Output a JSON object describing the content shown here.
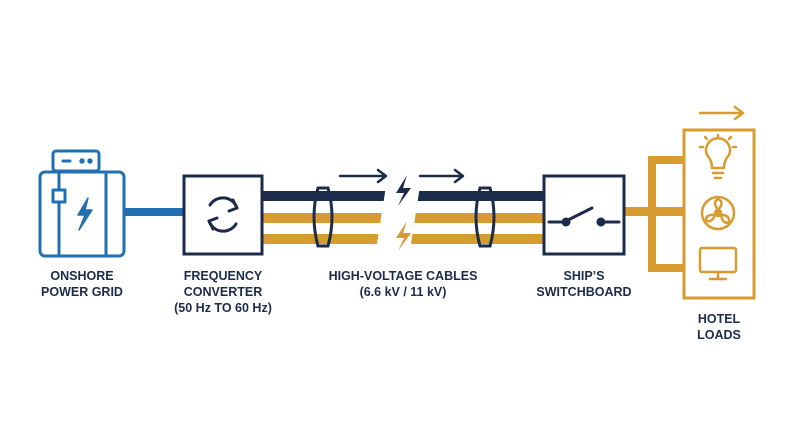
{
  "colors": {
    "navy": "#1c2b4a",
    "blue": "#1f6fb2",
    "gold": "#d89b2f",
    "white": "#ffffff"
  },
  "nodes": {
    "onshore_grid": {
      "label_line1": "ONSHORE",
      "label_line2": "POWER GRID",
      "icon": "power-cabinet-icon"
    },
    "frequency_converter": {
      "label_line1": "FREQUENCY",
      "label_line2": "CONVERTER",
      "label_line3": "(50 Hz TO 60 Hz)",
      "icon": "refresh-arrows-icon"
    },
    "cables": {
      "label_line1": "HIGH-VOLTAGE CABLES",
      "label_line2": "(6.6 kV / 11 kV)",
      "icon": "lightning-icon"
    },
    "switchboard": {
      "label_line1": "SHIP’S",
      "label_line2": "SWITCHBOARD",
      "icon": "switch-icon"
    },
    "hotel_loads": {
      "label_line1": "HOTEL",
      "label_line2": "LOADS",
      "icons": [
        "lightbulb-icon",
        "fan-icon",
        "monitor-icon"
      ]
    }
  }
}
